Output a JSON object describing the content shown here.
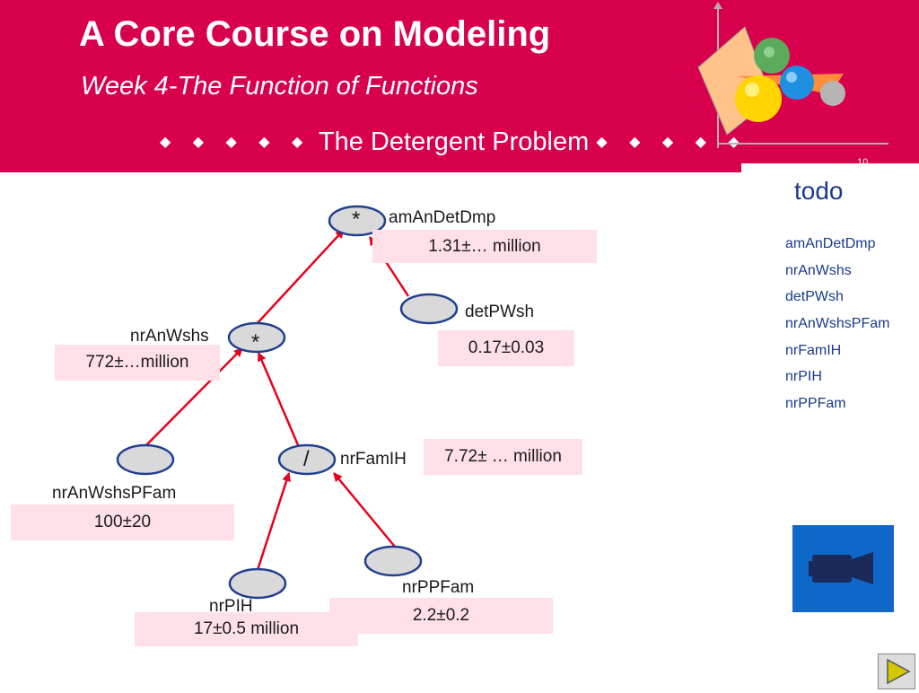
{
  "slide": {
    "title": "A Core Course on Modeling",
    "subtitle": "Week 4-The Function of Functions",
    "topic": "The Detergent Problem",
    "topic_marker": "◆ ◆ ◆ ◆ ◆",
    "page_number": "10"
  },
  "diagram": {
    "nodes": {
      "amAnDetDmp": {
        "label": "amAnDetDmp",
        "operator": "*",
        "value": "1.31±… million"
      },
      "detPWsh": {
        "label": "detPWsh",
        "value": "0.17±0.03"
      },
      "nrAnWshs": {
        "label": "nrAnWshs",
        "operator": "*",
        "value": "772±…million"
      },
      "nrAnWshsPFam": {
        "label": "nrAnWshsPFam",
        "value": "100±20"
      },
      "nrFamIH": {
        "label": "nrFamIH",
        "operator": "/",
        "value": "7.72± … million"
      },
      "nrPIH": {
        "label": "nrPIH",
        "value": "17±0.5 million"
      },
      "nrPPFam": {
        "label": "nrPPFam",
        "value": "2.2±0.2"
      }
    }
  },
  "todo": {
    "title": "todo",
    "items": [
      "amAnDetDmp",
      "nrAnWshs",
      "detPWsh",
      "nrAnWshsPFam",
      "nrFamIH",
      "nrPIH",
      "nrPPFam"
    ]
  },
  "colors": {
    "header": "#d8004c",
    "value_box": "#ffe0e8",
    "edge": "#e8001c",
    "node_fill": "#d9d9d9",
    "node_stroke": "#1f3f8f",
    "todo_text": "#1a3a8a",
    "video_button": "#0f68c8"
  },
  "icons": {
    "logo": "chart-spheres-logo-icon",
    "video": "video-camera-icon",
    "play": "play-icon"
  }
}
